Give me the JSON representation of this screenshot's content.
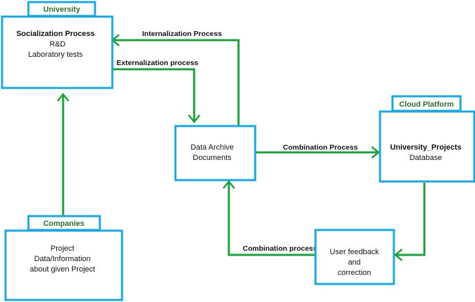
{
  "colors": {
    "box_border": "#1ea6dc",
    "arrow": "#1f9e3f",
    "tab_text": "#2f6b2f"
  },
  "nodes": {
    "university": {
      "tab": "University",
      "lines": [
        "Socialization  Process",
        "R&D",
        "Laboratory tests"
      ]
    },
    "archive": {
      "lines": [
        "Data Archive",
        "Documents"
      ]
    },
    "cloud": {
      "tab": "Cloud Platform",
      "lines": [
        "University_Projects",
        "Database"
      ]
    },
    "companies": {
      "tab": "Companies",
      "lines": [
        "Project",
        "Data/Information",
        "about given Project"
      ]
    },
    "feedback": {
      "lines": [
        "User feedback",
        "and",
        "correction"
      ]
    }
  },
  "edges": {
    "internalization": "Internalization Process",
    "externalization": "Externalization process",
    "combination_to_cloud": "Combination Process",
    "combination_from_feedback": "Combination process"
  }
}
